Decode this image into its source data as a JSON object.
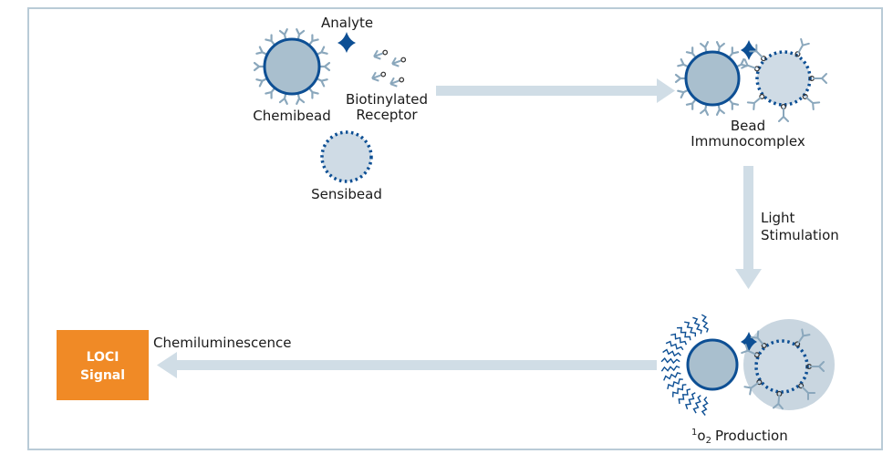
{
  "labels": {
    "analyte": "Analyte",
    "chemibead": "Chemibead",
    "biotinylated": "Biotinylated",
    "receptor": "Receptor",
    "sensibead": "Sensibead",
    "bead": "Bead",
    "immunocomplex": "Immunocomplex",
    "light": "Light",
    "stimulation": "Stimulation",
    "chemiluminescence": "Chemiluminescence",
    "production_sup": "1",
    "production_o": "o",
    "production_sub": "2",
    "production": "Production"
  },
  "signal_box": {
    "line1": "LOCI",
    "line2": "Signal"
  },
  "colors": {
    "bead_fill": "#a9bfce",
    "bead_stroke": "#0d4f94",
    "sensibead_fill": "#cfdbe5",
    "antibody": "#8aa7bc",
    "arrow": "#d0dde6",
    "analyte": "#0d4f94",
    "signal_box": "#f08a26",
    "halo": "#c9d6e0"
  }
}
